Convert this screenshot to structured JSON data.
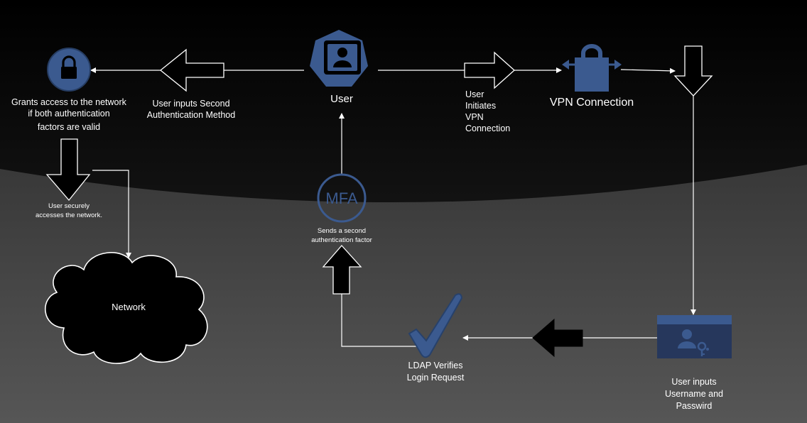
{
  "nodes": {
    "user": "User",
    "vpn": "VPN Connection",
    "mfa_badge": "MFA",
    "network": "Network"
  },
  "labels": {
    "grants": [
      "Grants access to the network",
      "if both authentication",
      "factors are valid"
    ],
    "second_method": [
      "User inputs Second",
      "Authentication Method"
    ],
    "initiates": [
      "User",
      "Initiates",
      "VPN",
      "Connection"
    ],
    "securely": [
      "User securely",
      "accesses the network."
    ],
    "sends_factor": [
      "Sends a second",
      "authentication factor"
    ],
    "ldap": [
      "LDAP Verifies",
      "Login Request"
    ],
    "credentials": [
      "User inputs",
      "Username and",
      "Passwird"
    ]
  },
  "icons": {
    "lock": "lock-icon",
    "user": "user-badge-icon",
    "vpn": "vpn-lock-icon",
    "mfa": "mfa-icon",
    "check": "checkmark-icon",
    "login": "login-window-icon",
    "cloud": "cloud-icon"
  },
  "colors": {
    "background_top": "#000000",
    "background_bottom": "#555555",
    "icon_blue": "#3b5a8f",
    "line": "#ffffff"
  }
}
